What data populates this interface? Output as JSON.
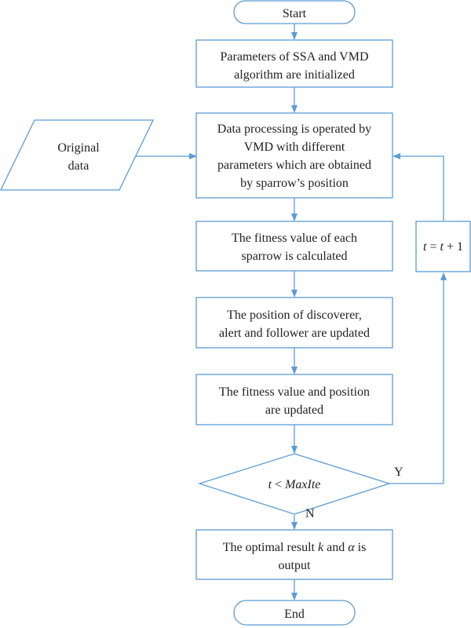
{
  "colors": {
    "stroke": "#5b9bd5",
    "text": "#222222",
    "background": "#ffffff"
  },
  "nodes": {
    "start": {
      "label": "Start"
    },
    "init": {
      "line1": "Parameters of SSA and VMD",
      "line2": "algorithm are initialized"
    },
    "original_data": {
      "line1": "Original",
      "line2": "data"
    },
    "processing": {
      "line1": "Data processing is operated by",
      "line2": "VMD with different",
      "line3": "parameters which are obtained",
      "line4": "by sparrow’s position"
    },
    "fitness": {
      "line1": "The fitness value of each",
      "line2": "sparrow is calculated"
    },
    "update_position": {
      "line1": "The position of discoverer,",
      "line2": "alert and follower are updated"
    },
    "update_fitness": {
      "line1": "The fitness value and position",
      "line2": "are updated"
    },
    "decision": {
      "var": "t",
      "op": " < ",
      "bound": "MaxIte"
    },
    "increment": {
      "lhs": "t",
      "rhs": " = ",
      "var": "t",
      "tail": " + 1"
    },
    "output": {
      "line1_a": "The optimal result ",
      "line1_k": "k",
      "line1_b": " and ",
      "line1_alpha": "α",
      "line1_c": " is",
      "line2": "output"
    },
    "end": {
      "label": "End"
    }
  },
  "edge_labels": {
    "yes": "Y",
    "no": "N"
  }
}
